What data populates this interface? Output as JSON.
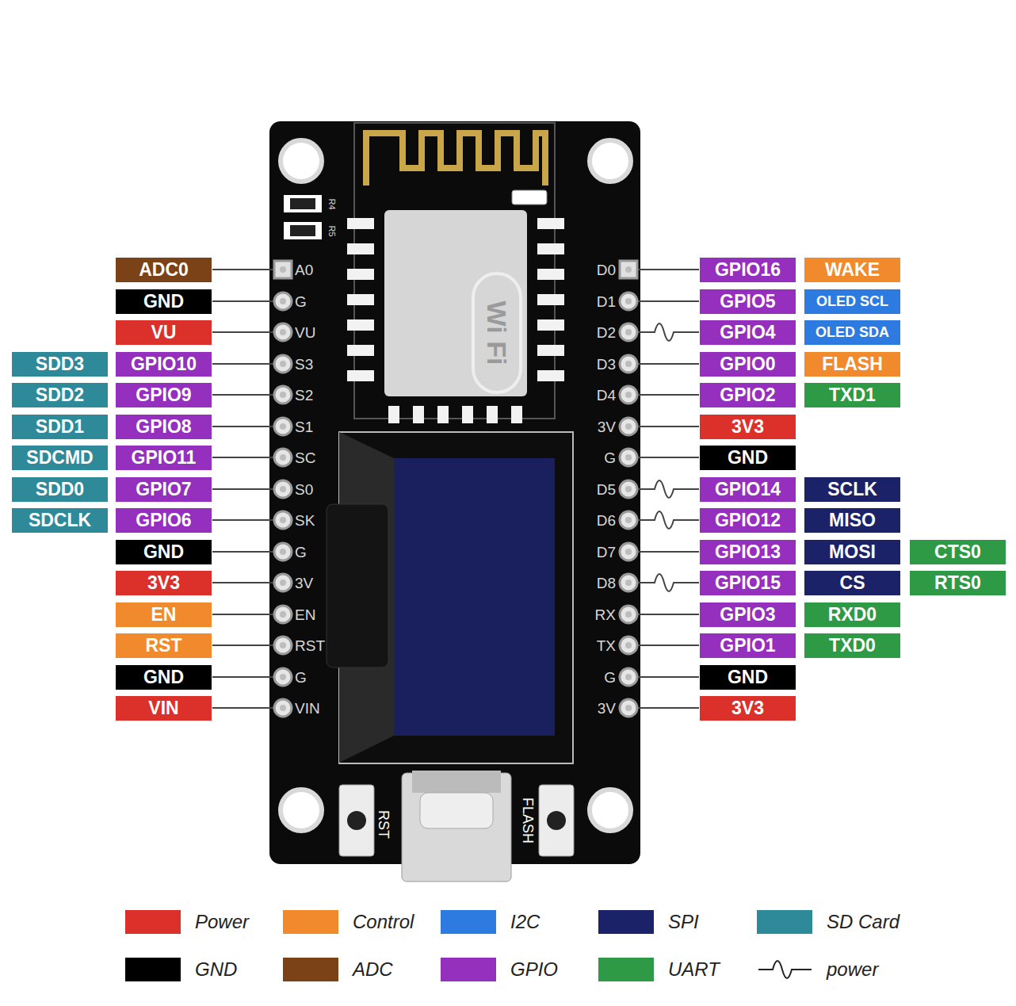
{
  "diagram": {
    "nodes": [
      {
        "text": [
          "ADC0"
        ]
      },
      {
        "text": [
          "GPIO16"
        ]
      },
      {
        "text": [
          "WAKE"
        ]
      },
      {
        "text": [
          "GND"
        ]
      },
      {
        "text": [
          "GPIO5"
        ]
      },
      {
        "text": [
          "OLED SCL"
        ]
      },
      {
        "text": [
          "VU"
        ]
      },
      {
        "text": [
          "GPIO4"
        ]
      },
      {
        "text": [
          "OLED SDA"
        ]
      },
      {
        "text": [
          "SDD3"
        ]
      },
      {
        "text": [
          "GPIO10"
        ]
      },
      {
        "text": [
          "GPIO0"
        ]
      },
      {
        "text": [
          "FLASH"
        ]
      },
      {
        "text": [
          "SDD2"
        ]
      },
      {
        "text": [
          "GPIO9"
        ]
      },
      {
        "text": [
          "GPIO2"
        ]
      },
      {
        "text": [
          "TXD1"
        ]
      },
      {
        "text": [
          "SDD1"
        ]
      },
      {
        "text": [
          "GPIO8"
        ]
      },
      {
        "text": [
          "3V3"
        ]
      },
      {
        "text": [
          "SDCMD"
        ]
      },
      {
        "text": [
          "GPIO11"
        ]
      },
      {
        "text": [
          "GND"
        ]
      },
      {
        "text": [
          "SDD0"
        ]
      },
      {
        "text": [
          "GPIO7"
        ]
      },
      {
        "text": [
          "GPIO14"
        ]
      },
      {
        "text": [
          "SCLK"
        ]
      },
      {
        "text": [
          "SDCLK"
        ]
      },
      {
        "text": [
          "GPIO6"
        ]
      },
      {
        "text": [
          "GPIO12"
        ]
      },
      {
        "text": [
          "MISO"
        ]
      },
      {
        "text": [
          "GND"
        ]
      },
      {
        "text": [
          "GPIO13"
        ]
      },
      {
        "text": [
          "MOSI"
        ]
      },
      {
        "text": [
          "CTS0"
        ]
      },
      {
        "text": [
          "3V3"
        ]
      },
      {
        "text": [
          "GPIO15"
        ]
      },
      {
        "text": [
          "CS"
        ]
      },
      {
        "text": [
          "RTS0"
        ]
      },
      {
        "text": [
          "EN"
        ]
      },
      {
        "text": [
          "GPIO3"
        ]
      },
      {
        "text": [
          "RXD0"
        ]
      },
      {
        "text": [
          "RST"
        ]
      },
      {
        "text": [
          "GPIO1"
        ]
      },
      {
        "text": [
          "TXD0"
        ]
      },
      {
        "text": [
          "GND"
        ]
      },
      {
        "text": [
          "GND"
        ]
      },
      {
        "text": [
          "VIN"
        ]
      },
      {
        "text": [
          "3V3"
        ]
      }
    ],
    "labels": [
      "A0",
      "G",
      "VU",
      "S3",
      "S2",
      "S1",
      "SC",
      "S0",
      "SK",
      "G",
      "3V",
      "EN",
      "RST",
      "G",
      "VIN",
      "D0",
      "D1",
      "D2",
      "D3",
      "D4",
      "3V",
      "G",
      "D5",
      "D6",
      "D7",
      "D8",
      "RX",
      "TX",
      "G",
      "3V",
      "R4",
      "R5",
      "Wi Fi",
      "RST",
      "FLASH"
    ],
    "legend": [
      {
        "text": "Power",
        "color": "#dc302b"
      },
      {
        "text": "Control",
        "color": "#f08a2c"
      },
      {
        "text": "I2C",
        "color": "#2d7be0"
      },
      {
        "text": "SPI",
        "color": "#1c2268"
      },
      {
        "text": "SD Card",
        "color": "#2e8a99"
      },
      {
        "text": "GND",
        "color": "#000000"
      },
      {
        "text": "ADC",
        "color": "#7a4216"
      },
      {
        "text": "GPIO",
        "color": "#9430bd"
      },
      {
        "text": "UART",
        "color": "#2e9a45"
      },
      {
        "text": "power"
      }
    ]
  }
}
